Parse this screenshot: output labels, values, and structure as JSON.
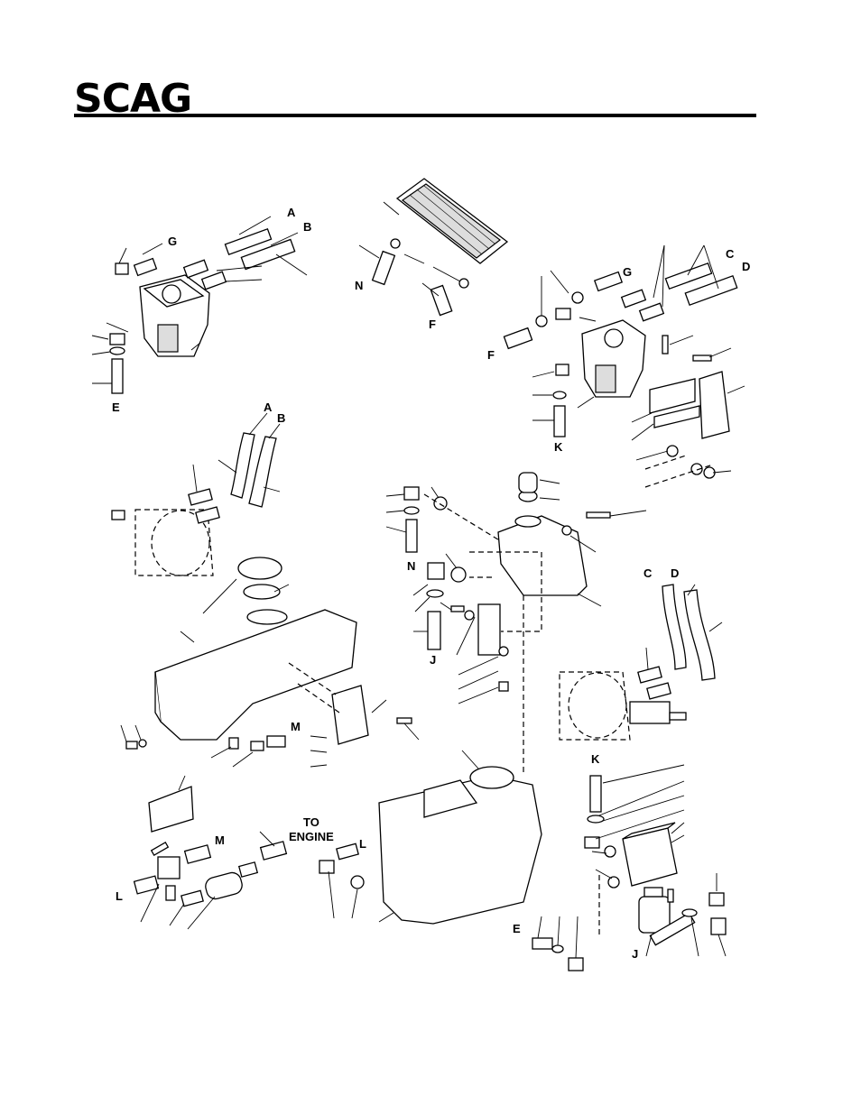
{
  "header": {
    "brand": "SCAG"
  },
  "callouts": {
    "a1": "A",
    "b1": "B",
    "g1": "G",
    "e1": "E",
    "n1": "N",
    "f1": "F",
    "g2": "G",
    "c1": "C",
    "d1": "D",
    "f2": "F",
    "k1": "K",
    "a2": "A",
    "b2": "B",
    "n2": "N",
    "j1": "J",
    "c2": "C",
    "d2": "D",
    "m1": "M",
    "k2": "K",
    "m2": "M",
    "to_engine_1": "TO",
    "to_engine_2": "ENGINE",
    "l1": "L",
    "l2": "L",
    "e2": "E",
    "j2": "J"
  }
}
